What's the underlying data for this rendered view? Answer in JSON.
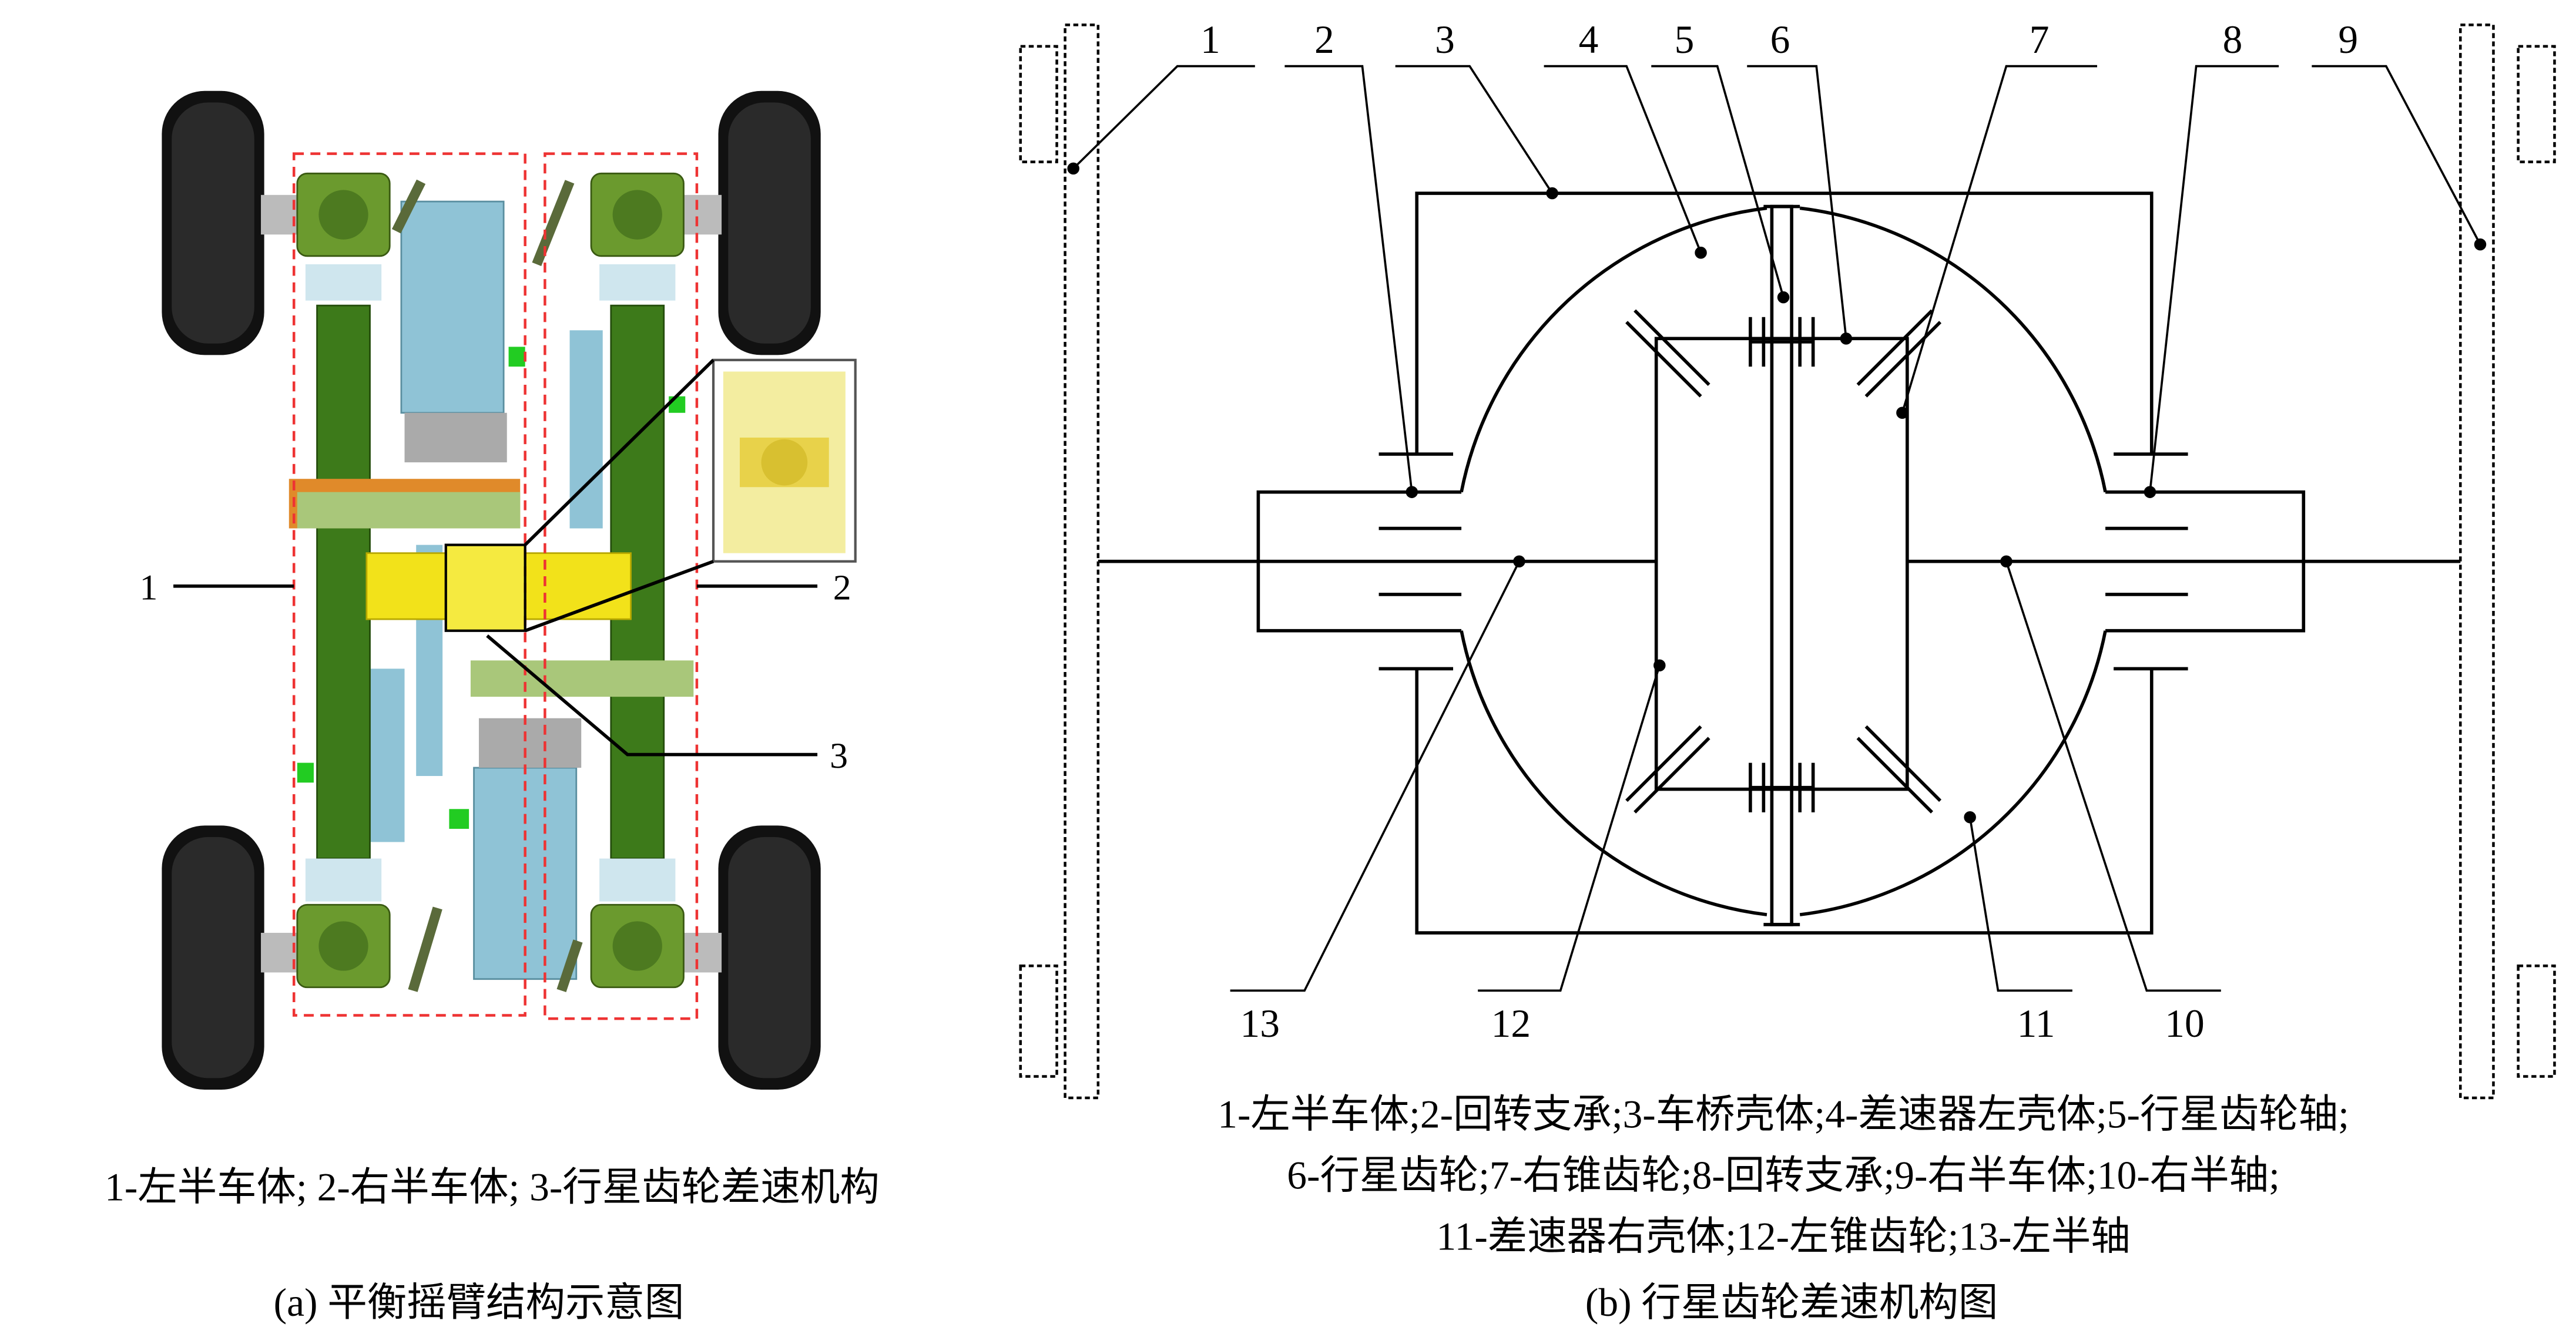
{
  "panel_a": {
    "labels": [
      "1",
      "2",
      "3"
    ],
    "legend": "1-左半车体; 2-右半车体; 3-行星齿轮差速机构",
    "caption": "(a) 平衡摇臂结构示意图"
  },
  "panel_b": {
    "top_labels": [
      "1",
      "2",
      "3",
      "4",
      "5",
      "6",
      "7",
      "8",
      "9"
    ],
    "bottom_labels": [
      "13",
      "12",
      "11",
      "10"
    ],
    "legend_lines": [
      "1-左半车体;2-回转支承;3-车桥壳体;4-差速器左壳体;5-行星齿轮轴;",
      "6-行星齿轮;7-右锥齿轮;8-回转支承;9-右半车体;10-右半轴;",
      "11-差速器右壳体;12-左锥齿轮;13-左半轴"
    ],
    "caption": "(b) 行星齿轮差速机构图"
  },
  "colors": {
    "tire": "#111111",
    "axle_green": "#3d7a1a",
    "hub_green": "#6b9a2e",
    "cylinder_blue": "#8fc3d6",
    "diff_yellow": "#f2e21a",
    "frame_red": "#e33333",
    "orange": "#e08a2a"
  }
}
